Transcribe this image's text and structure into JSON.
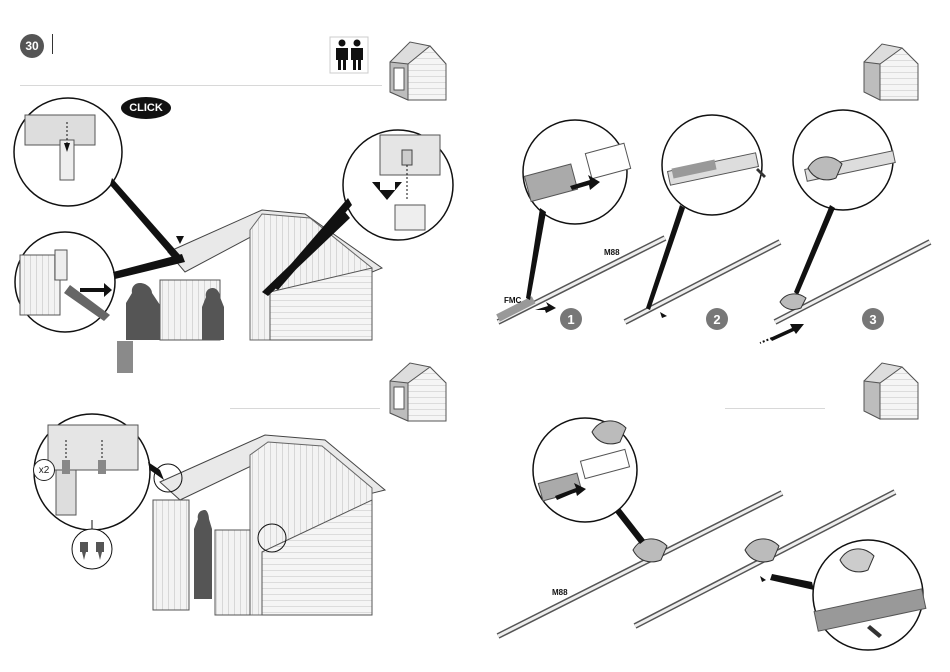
{
  "page": {
    "number": "30"
  },
  "labels": {
    "click": "CLICK",
    "fmc": "FMC",
    "m88_top": "M88",
    "m88_bottom": "M88",
    "x2": "x2"
  },
  "steps": [
    "1",
    "2",
    "3"
  ],
  "icons": {
    "people": "two-people-icon",
    "shed": "shed-thumbnail-icon"
  }
}
